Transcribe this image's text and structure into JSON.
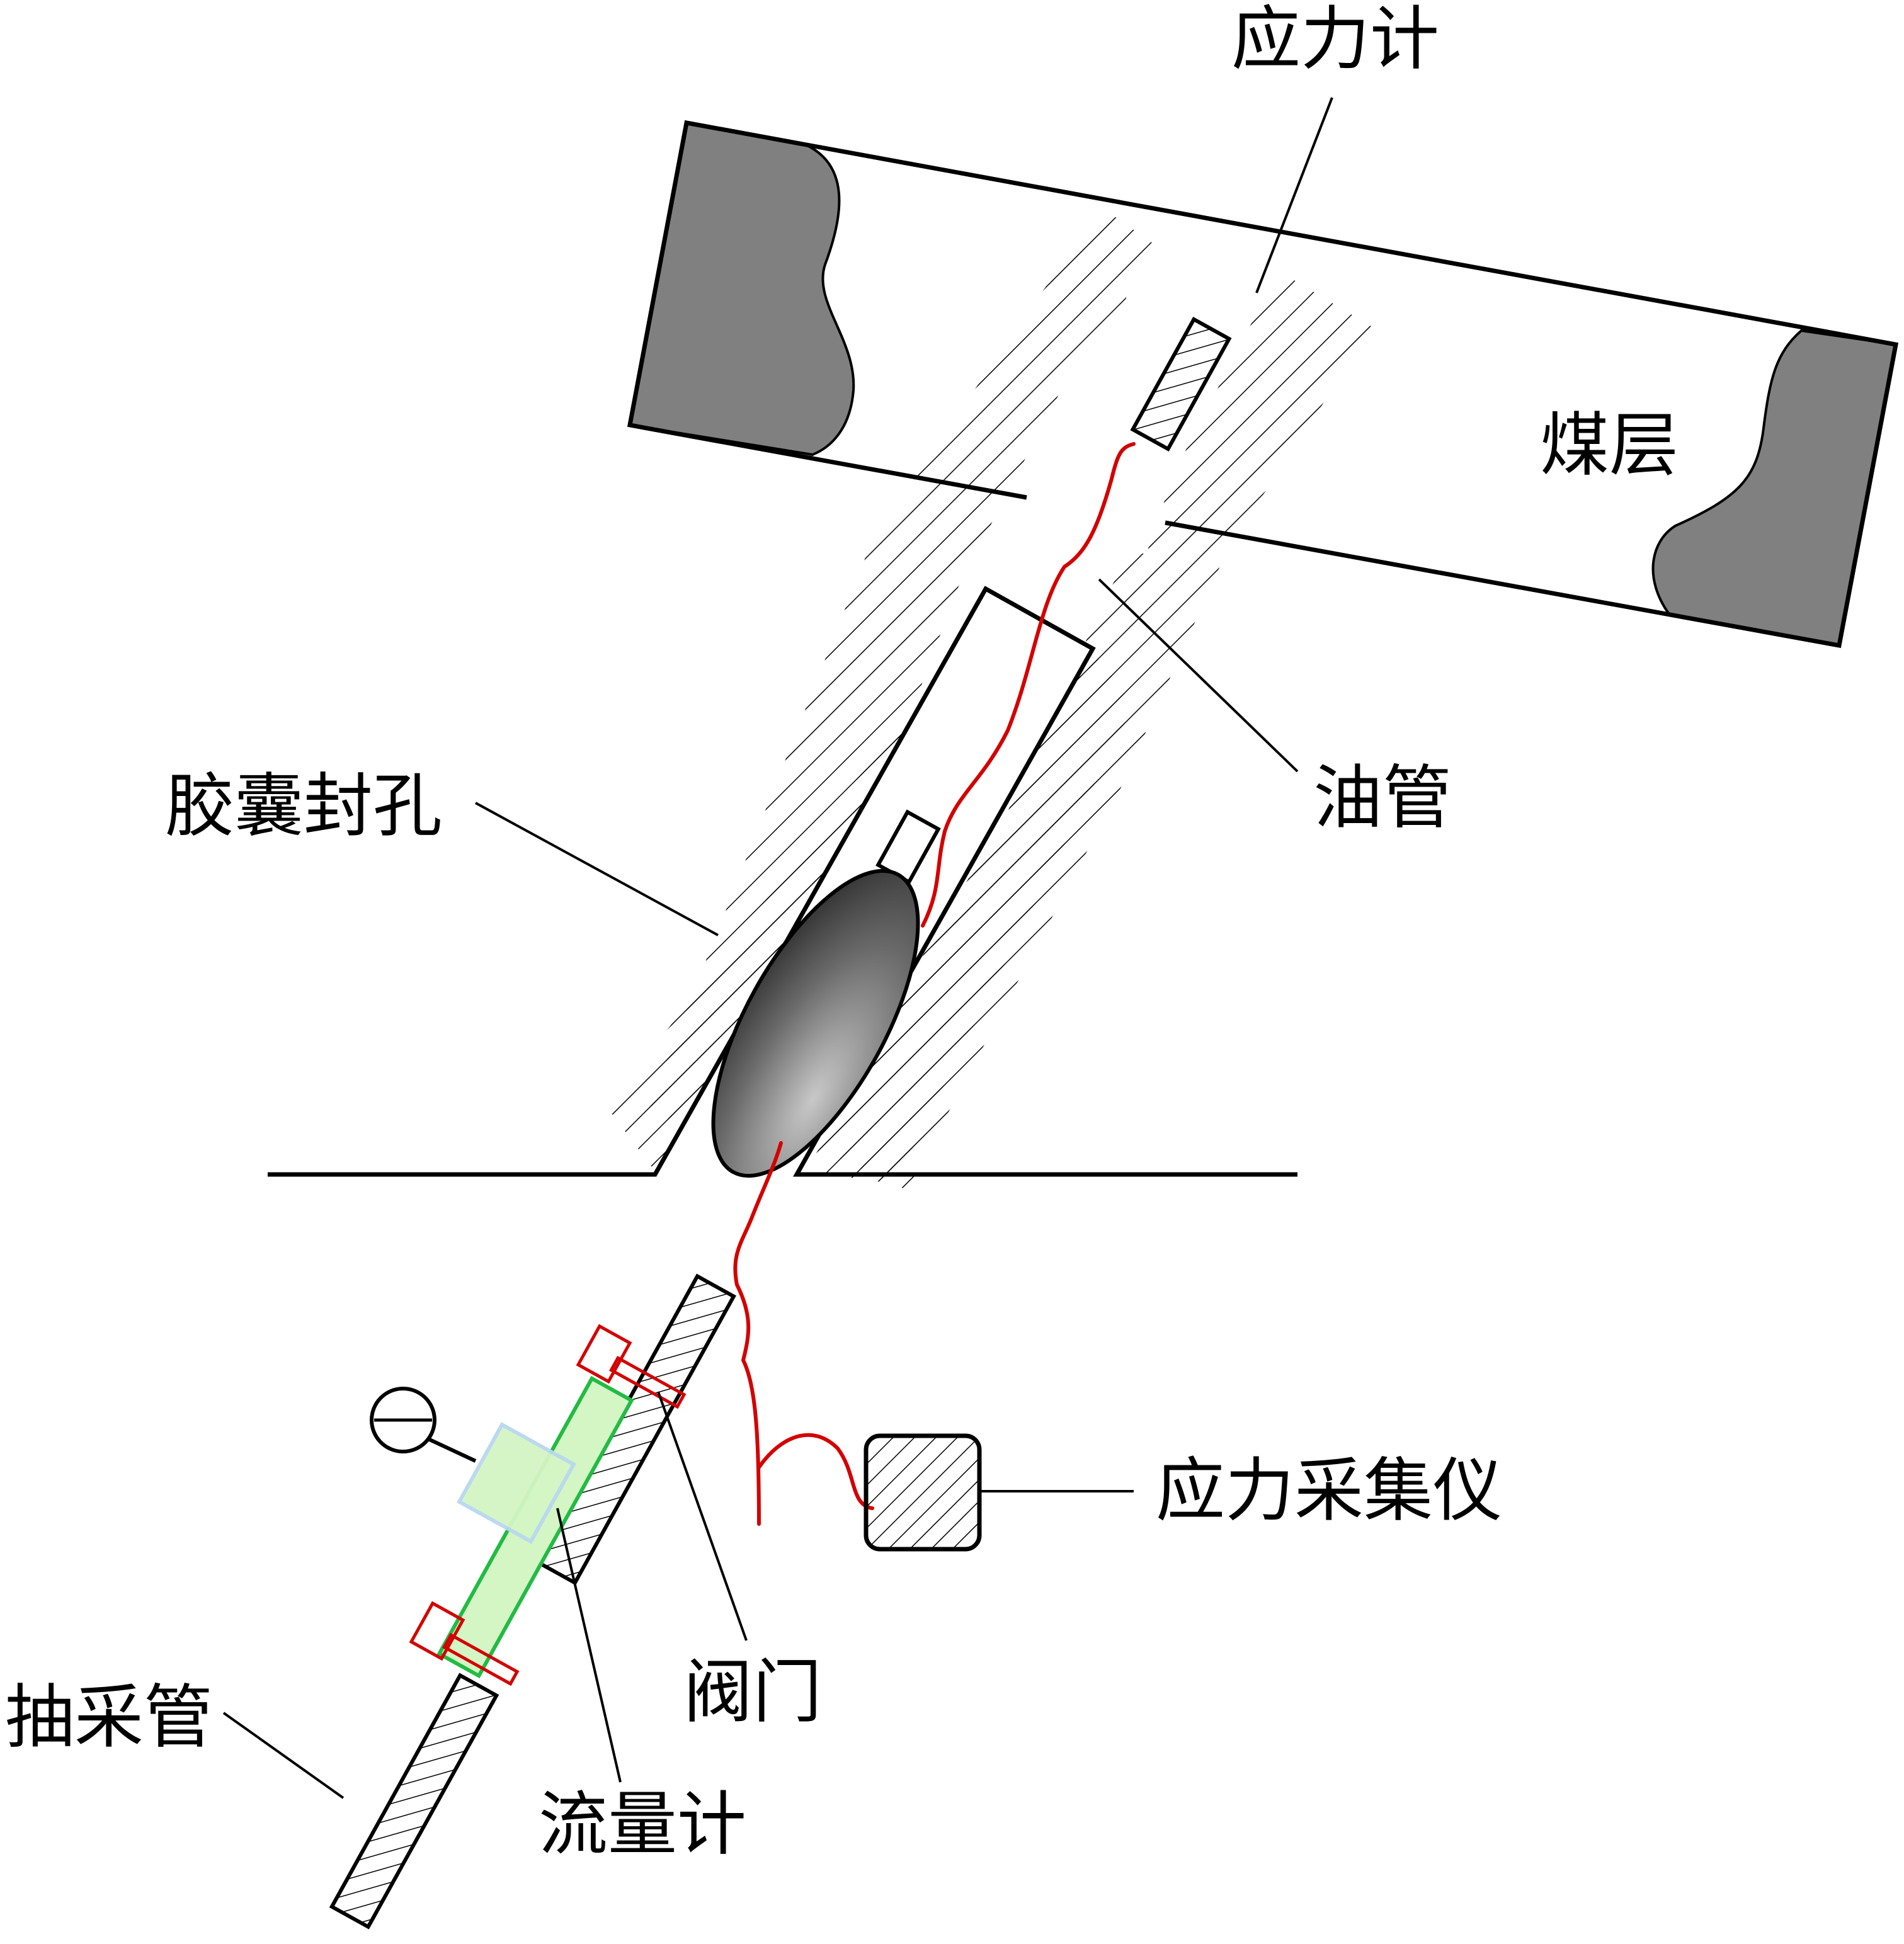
{
  "labels": {
    "stress_meter": "应力计",
    "coal_seam": "煤层",
    "oil_pipe": "油管",
    "capsule_seal": "胶囊封孔",
    "stress_collector": "应力采集仪",
    "valve": "阀门",
    "extraction_pipe": "抽采管",
    "flowmeter": "流量计"
  },
  "colors": {
    "line": "#000000",
    "coal": "#808080",
    "wire": "#d40000",
    "flow_fill": "#d4f5c4",
    "flow_edge": "#22bb44",
    "flow_box": "#b8d8f0"
  }
}
